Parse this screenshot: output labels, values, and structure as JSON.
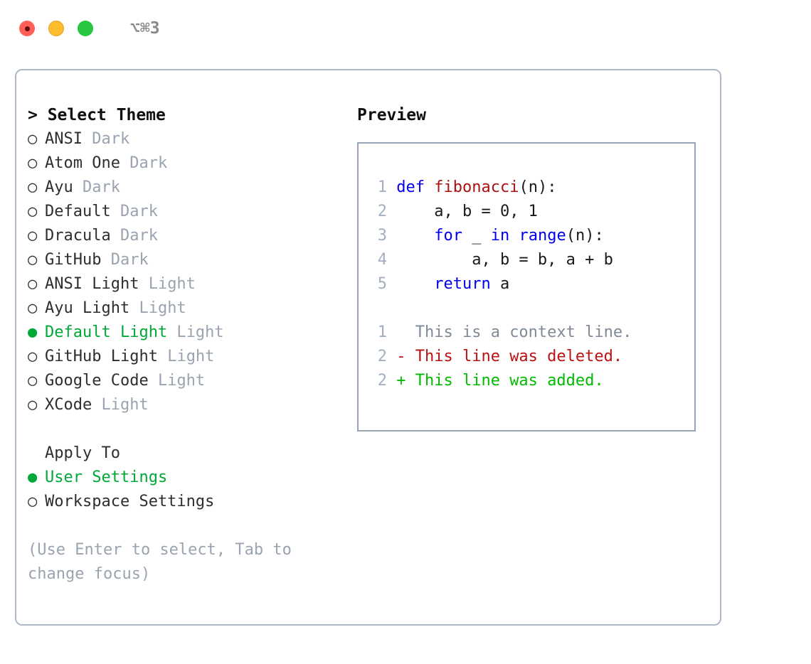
{
  "titlebar": {
    "traffic_lights": [
      {
        "name": "close",
        "color": "#ff5f57"
      },
      {
        "name": "minimize",
        "color": "#ffbd2e"
      },
      {
        "name": "zoom",
        "color": "#27c840"
      }
    ],
    "shortcut": "⌥⌘3"
  },
  "theme_panel": {
    "header": "> Select Theme",
    "selected_theme": "Default Light",
    "markers": {
      "selected": "●",
      "unselected": "○"
    },
    "items": [
      {
        "marker": "○",
        "name": "ANSI",
        "tag": "Dark",
        "selected": false
      },
      {
        "marker": "○",
        "name": "Atom One",
        "tag": "Dark",
        "selected": false
      },
      {
        "marker": "○",
        "name": "Ayu",
        "tag": "Dark",
        "selected": false
      },
      {
        "marker": "○",
        "name": "Default",
        "tag": "Dark",
        "selected": false
      },
      {
        "marker": "○",
        "name": "Dracula",
        "tag": "Dark",
        "selected": false
      },
      {
        "marker": "○",
        "name": "GitHub",
        "tag": "Dark",
        "selected": false
      },
      {
        "marker": "○",
        "name": "ANSI Light",
        "tag": "Light",
        "selected": false
      },
      {
        "marker": "○",
        "name": "Ayu Light",
        "tag": "Light",
        "selected": false
      },
      {
        "marker": "●",
        "name": "Default Light",
        "tag": "Light",
        "selected": true
      },
      {
        "marker": "○",
        "name": "GitHub Light",
        "tag": "Light",
        "selected": false
      },
      {
        "marker": "○",
        "name": "Google Code",
        "tag": "Light",
        "selected": false
      },
      {
        "marker": "○",
        "name": "XCode",
        "tag": "Light",
        "selected": false
      }
    ]
  },
  "apply_to": {
    "header": "Apply To",
    "selected": "User Settings",
    "items": [
      {
        "marker": "●",
        "name": "User Settings",
        "selected": true
      },
      {
        "marker": "○",
        "name": "Workspace Settings",
        "selected": false
      }
    ]
  },
  "hint": "(Use Enter to select, Tab to change focus)",
  "preview": {
    "title": "Preview",
    "code_lines": [
      {
        "num": "1",
        "tokens": [
          {
            "t": "def ",
            "c": "kw"
          },
          {
            "t": "fibonacci",
            "c": "fn"
          },
          {
            "t": "(n):",
            "c": "plain"
          }
        ]
      },
      {
        "num": "2",
        "tokens": [
          {
            "t": "    a, b = 0, 1",
            "c": "plain"
          }
        ]
      },
      {
        "num": "3",
        "tokens": [
          {
            "t": "    ",
            "c": "plain"
          },
          {
            "t": "for",
            "c": "kw"
          },
          {
            "t": " _ ",
            "c": "plain"
          },
          {
            "t": "in",
            "c": "kw"
          },
          {
            "t": " ",
            "c": "plain"
          },
          {
            "t": "range",
            "c": "kw"
          },
          {
            "t": "(n):",
            "c": "plain"
          }
        ]
      },
      {
        "num": "4",
        "tokens": [
          {
            "t": "        a, b = b, a + b",
            "c": "plain"
          }
        ]
      },
      {
        "num": "5",
        "tokens": [
          {
            "t": "    ",
            "c": "plain"
          },
          {
            "t": "return",
            "c": "kw"
          },
          {
            "t": " a",
            "c": "plain"
          }
        ]
      }
    ],
    "diff_lines": [
      {
        "num": "1",
        "marker": " ",
        "text": "  This is a context line.",
        "kind": "ctx"
      },
      {
        "num": "2",
        "marker": "-",
        "text": "- This line was deleted.",
        "kind": "del"
      },
      {
        "num": "2",
        "marker": "+",
        "text": "+ This line was added.",
        "kind": "add"
      }
    ]
  },
  "colors": {
    "accent_green": "#00a838",
    "muted_grey": "#9aa3b0",
    "keyword_blue": "#0000ee",
    "function_red": "#aa1111",
    "diff_deleted": "#bb1111",
    "diff_added": "#00bb00",
    "panel_border": "#aeb8c6",
    "preview_border": "#96a3b4"
  }
}
